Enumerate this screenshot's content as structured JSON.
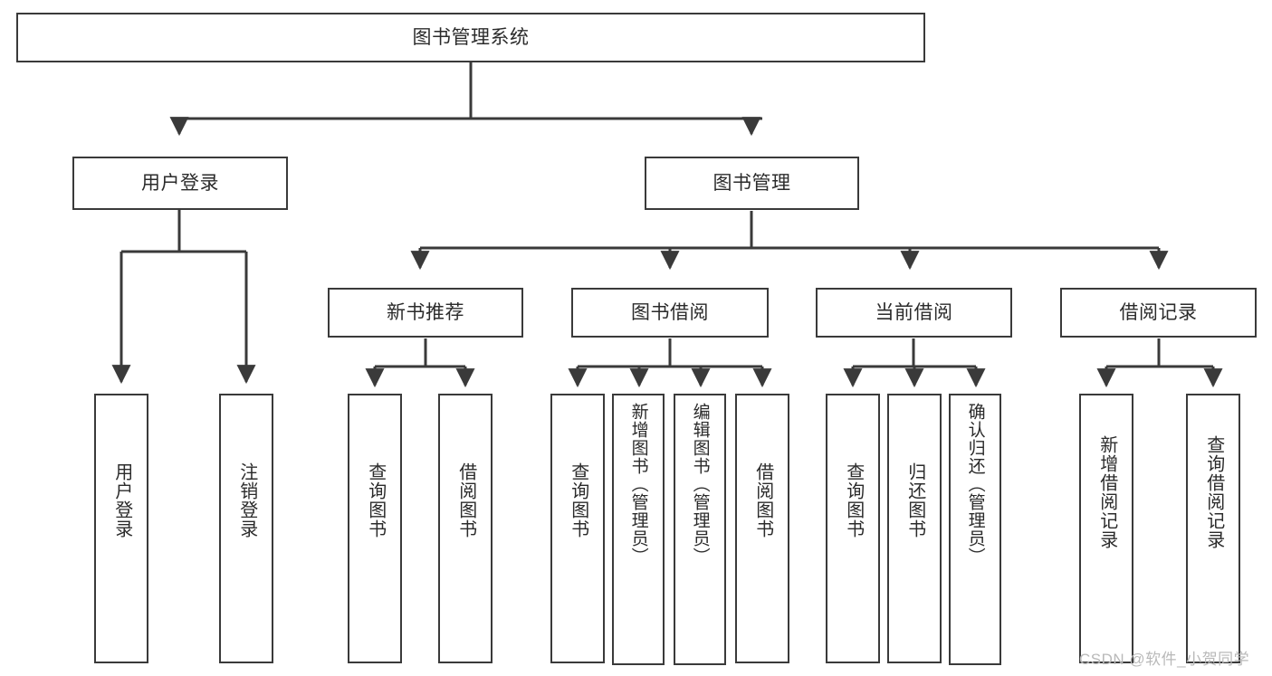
{
  "diagram": {
    "type": "tree-hierarchy",
    "title": "图书管理系统",
    "watermark": "CSDN @软件_小贺同学",
    "colors": {
      "box_border": "#3a3a3a",
      "box_fill": "#ffffff",
      "connector": "#3a3a3a",
      "text": "#2b2b2b",
      "watermark": "#b9b9b9",
      "background": "#ffffff"
    },
    "nodes": {
      "root": {
        "label": "图书管理系统",
        "level": 1,
        "orientation": "horizontal"
      },
      "l2": [
        {
          "id": "user-login",
          "label": "用户登录",
          "level": 2,
          "orientation": "horizontal"
        },
        {
          "id": "book-management",
          "label": "图书管理",
          "level": 2,
          "orientation": "horizontal"
        }
      ],
      "l3": [
        {
          "id": "new-book-recommend",
          "label": "新书推荐",
          "level": 3,
          "orientation": "horizontal",
          "parent": "book-management"
        },
        {
          "id": "book-borrow",
          "label": "图书借阅",
          "level": 3,
          "orientation": "horizontal",
          "parent": "book-management"
        },
        {
          "id": "current-borrow",
          "label": "当前借阅",
          "level": 3,
          "orientation": "horizontal",
          "parent": "book-management"
        },
        {
          "id": "borrow-record",
          "label": "借阅记录",
          "level": 3,
          "orientation": "horizontal",
          "parent": "book-management"
        }
      ],
      "leaves": [
        {
          "id": "leaf-user-login",
          "label": "用户登录",
          "parent": "user-login",
          "orientation": "vertical"
        },
        {
          "id": "leaf-logout-login",
          "label": "注销登录",
          "parent": "user-login",
          "orientation": "vertical"
        },
        {
          "id": "leaf-query-book-1",
          "label": "查询图书",
          "parent": "new-book-recommend",
          "orientation": "vertical"
        },
        {
          "id": "leaf-borrow-book-1",
          "label": "借阅图书",
          "parent": "new-book-recommend",
          "orientation": "vertical"
        },
        {
          "id": "leaf-query-book-2",
          "label": "查询图书",
          "parent": "book-borrow",
          "orientation": "vertical"
        },
        {
          "id": "leaf-add-book",
          "label": "新增图书（管理员）",
          "parent": "book-borrow",
          "orientation": "vertical"
        },
        {
          "id": "leaf-edit-book",
          "label": "编辑图书（管理员）",
          "parent": "book-borrow",
          "orientation": "vertical"
        },
        {
          "id": "leaf-borrow-book-2",
          "label": "借阅图书",
          "parent": "book-borrow",
          "orientation": "vertical"
        },
        {
          "id": "leaf-query-book-3",
          "label": "查询图书",
          "parent": "current-borrow",
          "orientation": "vertical"
        },
        {
          "id": "leaf-return-book",
          "label": "归还图书",
          "parent": "current-borrow",
          "orientation": "vertical"
        },
        {
          "id": "leaf-confirm-return",
          "label": "确认归还（管理员）",
          "parent": "current-borrow",
          "orientation": "vertical"
        },
        {
          "id": "leaf-add-record",
          "label": "新增借阅记录",
          "parent": "borrow-record",
          "orientation": "vertical"
        },
        {
          "id": "leaf-query-record",
          "label": "查询借阅记录",
          "parent": "borrow-record",
          "orientation": "vertical"
        }
      ]
    }
  }
}
